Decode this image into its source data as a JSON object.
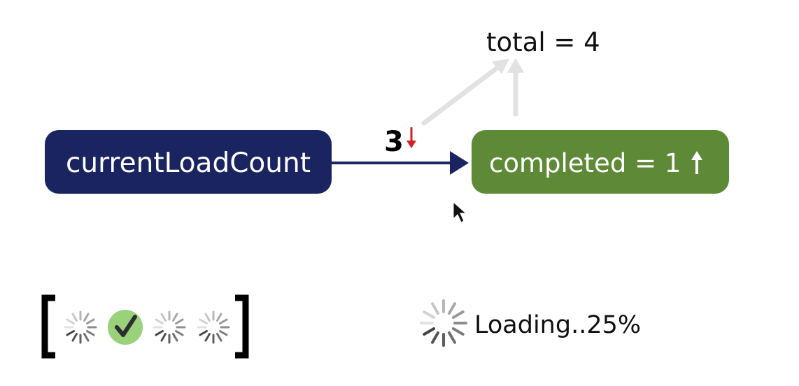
{
  "total_label": "total = 4",
  "source_node": {
    "label": "currentLoadCount",
    "color": "#1a2460"
  },
  "target_node": {
    "label": "completed = 1",
    "color": "#5e8a38"
  },
  "transfer": {
    "count": "3"
  },
  "colors": {
    "edge": "#1a2460",
    "guide_arrow": "#e2e2e2",
    "down_arrow": "#d31e23",
    "check_fill": "#9ad17b",
    "spinner": "#444444"
  },
  "load_slots": [
    {
      "state": "loading",
      "icon": "spinner-icon"
    },
    {
      "state": "done",
      "icon": "check-icon"
    },
    {
      "state": "loading",
      "icon": "spinner-icon"
    },
    {
      "state": "loading",
      "icon": "spinner-icon"
    }
  ],
  "status": {
    "icon": "spinner-icon",
    "text": "Loading..25%",
    "progress": 0.25
  }
}
